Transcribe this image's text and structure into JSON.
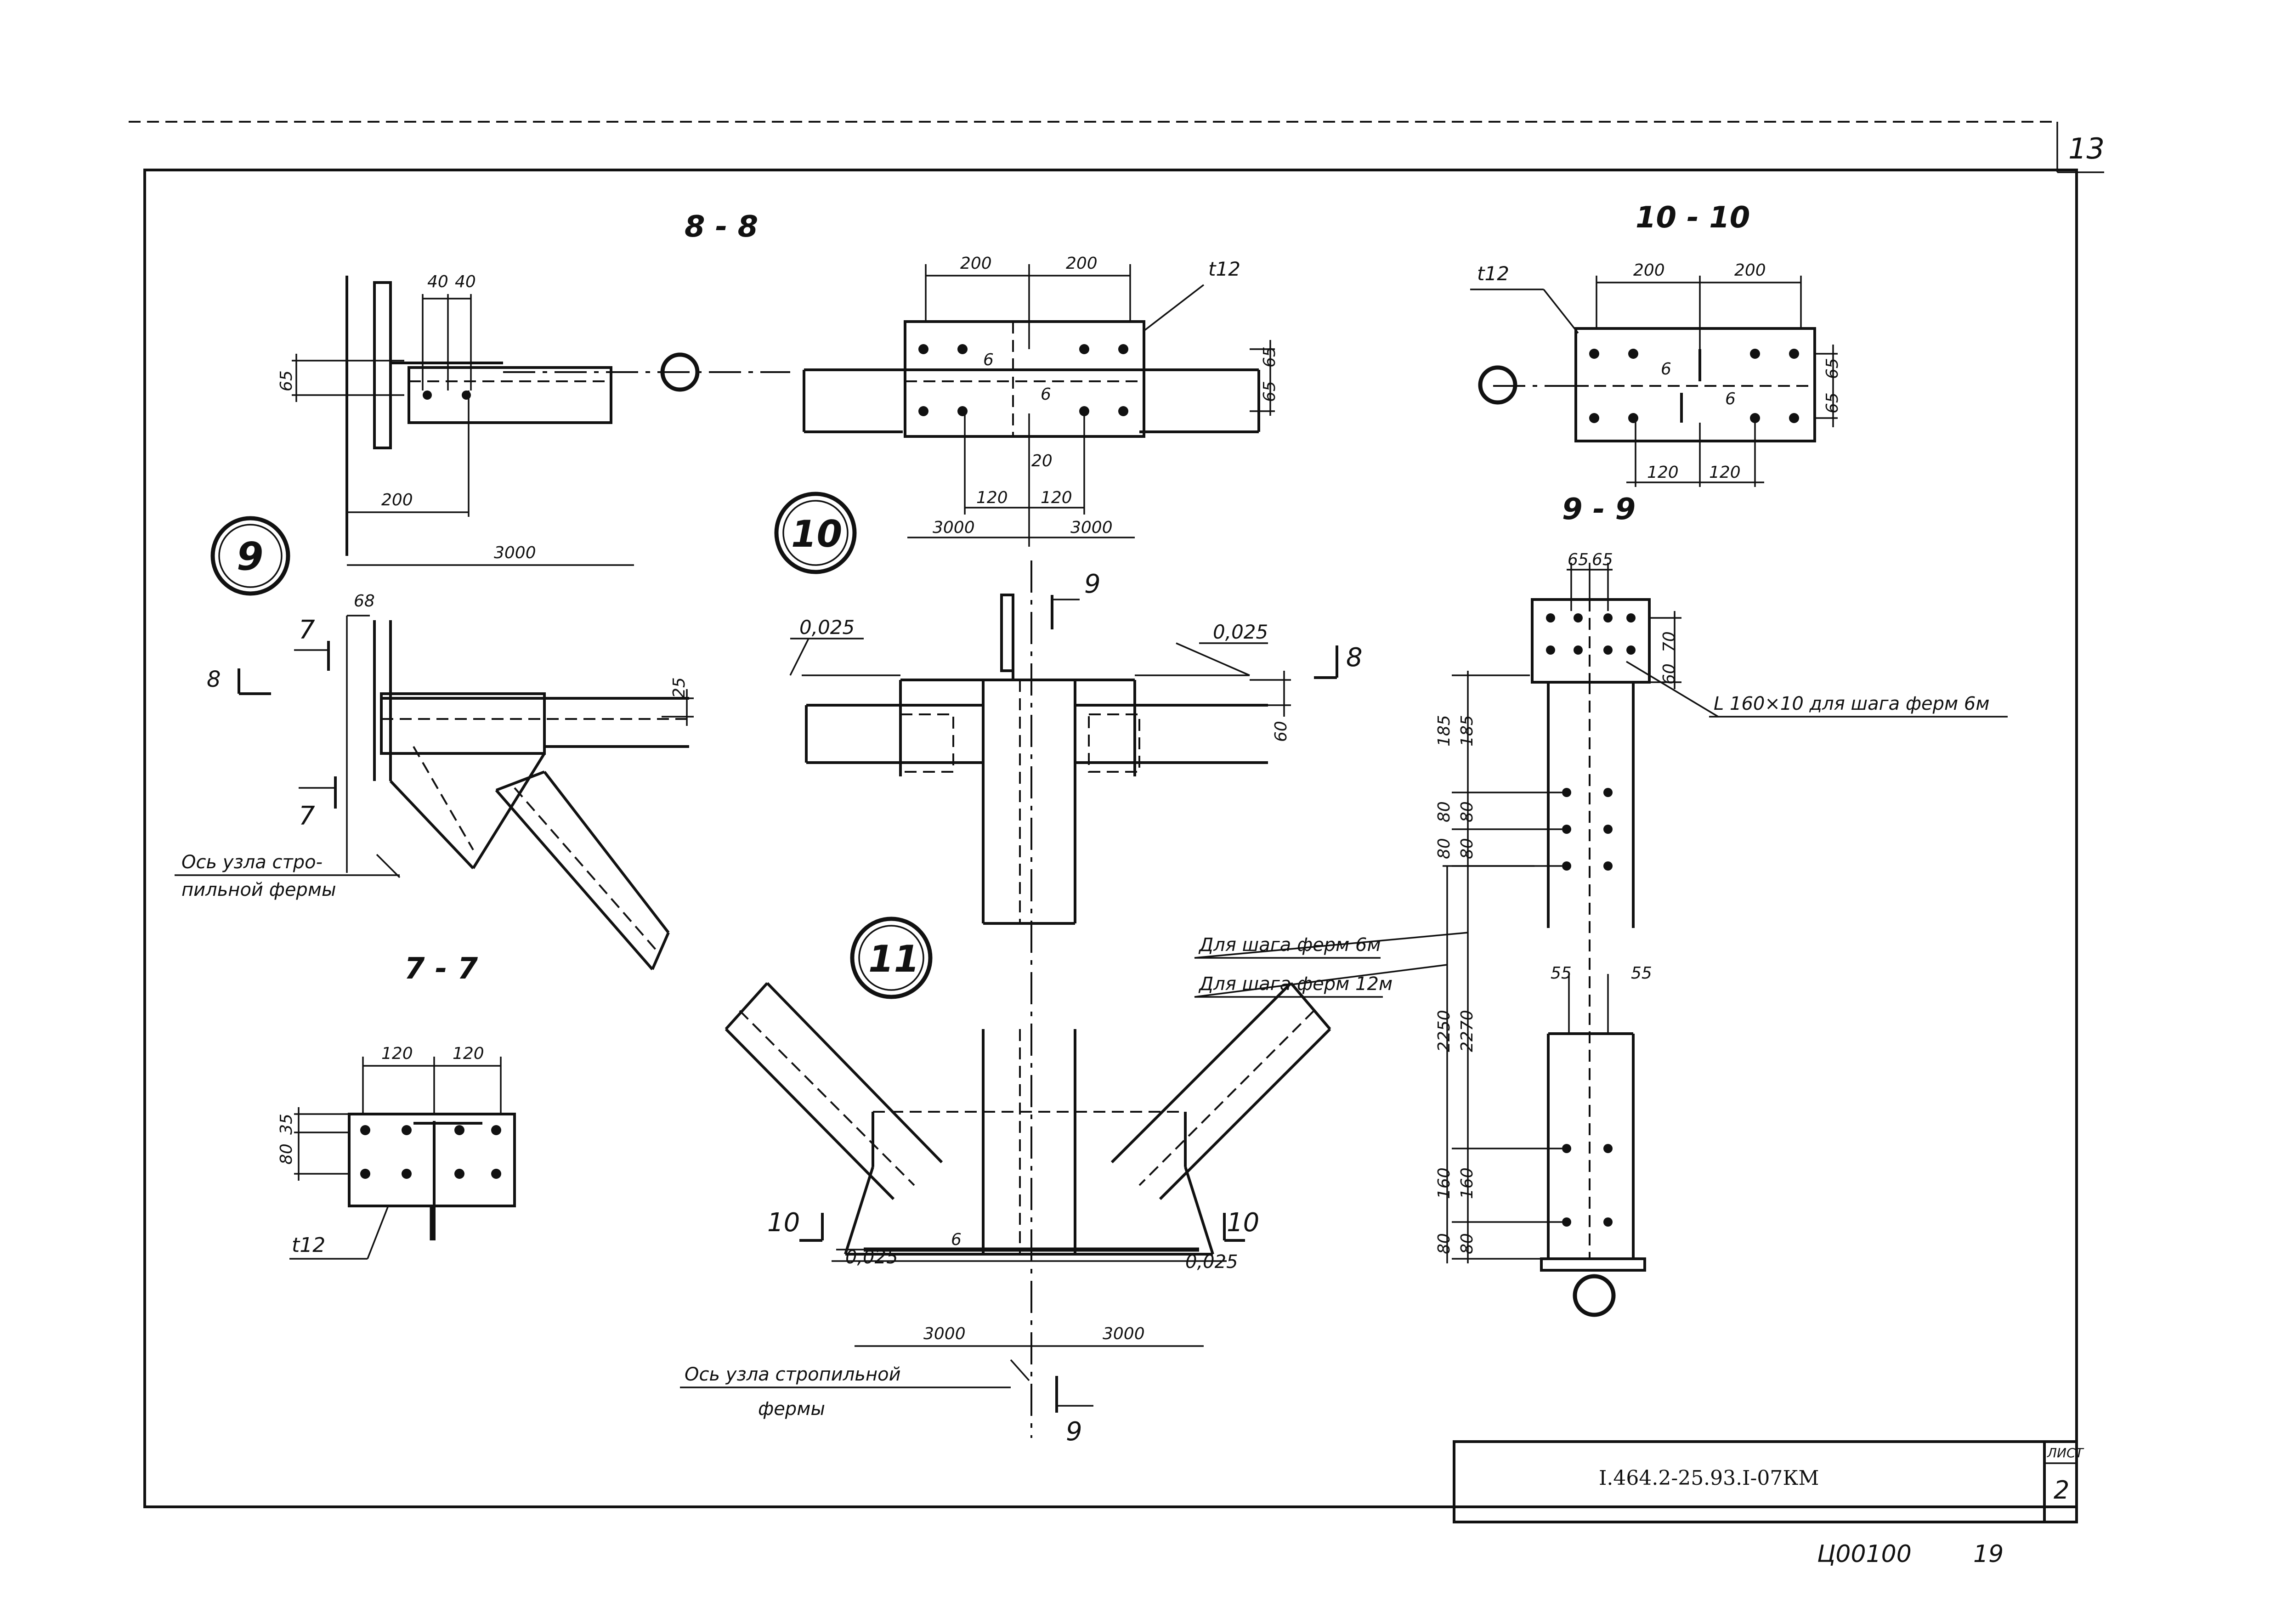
{
  "sheet": {
    "corner_number": "13",
    "document_code": "I.464.2-25.93.I-07КМ",
    "sheet_label": "ЛИСТ",
    "sheet_number": "2",
    "archive_number": "Ц00100",
    "page_number": "19"
  },
  "sections": {
    "s8": "8 - 8",
    "s10": "10 - 10",
    "s9": "9 - 9",
    "s7": "7 - 7"
  },
  "nodes": {
    "n9": "9",
    "n10": "10",
    "n11": "11"
  },
  "section_marks": {
    "m7": "7",
    "m8": "8",
    "m9": "9",
    "m10": "10"
  },
  "dimensions": {
    "d40": "40",
    "d65": "65",
    "d200": "200",
    "d3000": "3000",
    "d68": "68",
    "d25": "25",
    "d120": "120",
    "d20": "20",
    "d6": "6",
    "d60": "60",
    "d70": "70",
    "d55": "55",
    "d185": "185",
    "d80": "80",
    "d160": "160",
    "d2250": "2250",
    "d2270": "2270",
    "d35": "35",
    "slope": "0,025"
  },
  "labels": {
    "plate_t12": "t12",
    "angle_note": "L 160×10 для шага ферм 6м",
    "pitch_6m": "Для шага ферм 6м",
    "pitch_12m": "Для шага ферм 12м",
    "truss_axis_a": "Ось узла стро-",
    "truss_axis_b": "пильной фермы",
    "truss_axis_c": "Ось узла стропильной",
    "truss_axis_d": "фермы"
  }
}
